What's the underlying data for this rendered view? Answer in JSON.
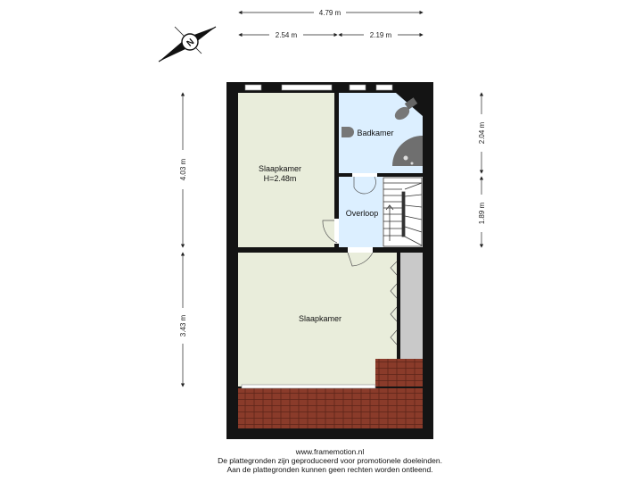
{
  "rooms": {
    "slaapkamer_top": {
      "name": "Slaapkamer",
      "height": "H=2.48m"
    },
    "badkamer": {
      "name": "Badkamer"
    },
    "overloop": {
      "name": "Overloop"
    },
    "slaapkamer_bottom": {
      "name": "Slaapkamer"
    }
  },
  "dimensions": {
    "total_width": "4.79 m",
    "left_width": "2.54 m",
    "right_width": "2.19 m",
    "left_upper": "4.03 m",
    "left_lower": "3.43 m",
    "right_upper": "2.04 m",
    "right_lower": "1.89 m"
  },
  "compass": {
    "label": "N"
  },
  "footer": {
    "url": "www.framemotion.nl",
    "line1": "De plattegronden zijn geproduceerd voor promotionele doeleinden.",
    "line2": "Aan de plattegronden kunnen geen rechten worden ontleend."
  },
  "colors": {
    "wall": "#141414",
    "room_fill": "#e9eddb",
    "wet_fill": "#dcefff",
    "roof_tiles": "#8a3b2a",
    "built_in": "#c9c9c9"
  }
}
